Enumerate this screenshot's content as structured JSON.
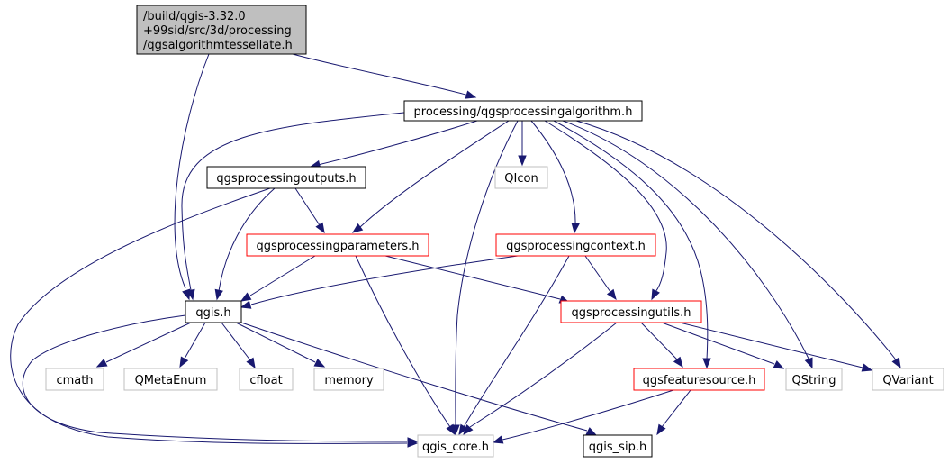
{
  "diagram": {
    "title": "Include dependency graph for qgsalgorithmtessellate.h",
    "colors": {
      "edge": "#191970",
      "root_fill": "#bfbfbf",
      "root_stroke": "#000000",
      "documented_stroke": "#000000",
      "truncated_stroke": "#ff0000",
      "external_stroke": "#bfbfbf"
    },
    "nodes": [
      {
        "id": "root",
        "kind": "root",
        "lines": [
          "/build/qgis-3.32.0",
          "+99sid/src/3d/processing",
          "/qgsalgorithmtessellate.h"
        ]
      },
      {
        "id": "alg",
        "kind": "documented",
        "lines": [
          "processing/qgsprocessingalgorithm.h"
        ]
      },
      {
        "id": "outputs",
        "kind": "documented",
        "lines": [
          "qgsprocessingoutputs.h"
        ]
      },
      {
        "id": "qicon",
        "kind": "external",
        "lines": [
          "QIcon"
        ]
      },
      {
        "id": "params",
        "kind": "truncated",
        "lines": [
          "qgsprocessingparameters.h"
        ]
      },
      {
        "id": "context",
        "kind": "truncated",
        "lines": [
          "qgsprocessingcontext.h"
        ]
      },
      {
        "id": "qgis",
        "kind": "documented",
        "lines": [
          "qgis.h"
        ]
      },
      {
        "id": "utils",
        "kind": "truncated",
        "lines": [
          "qgsprocessingutils.h"
        ]
      },
      {
        "id": "cmath",
        "kind": "external",
        "lines": [
          "cmath"
        ]
      },
      {
        "id": "qmetaenum",
        "kind": "external",
        "lines": [
          "QMetaEnum"
        ]
      },
      {
        "id": "cfloat",
        "kind": "external",
        "lines": [
          "cfloat"
        ]
      },
      {
        "id": "memory",
        "kind": "external",
        "lines": [
          "memory"
        ]
      },
      {
        "id": "featuresource",
        "kind": "truncated",
        "lines": [
          "qgsfeaturesource.h"
        ]
      },
      {
        "id": "qstring",
        "kind": "external",
        "lines": [
          "QString"
        ]
      },
      {
        "id": "qvariant",
        "kind": "external",
        "lines": [
          "QVariant"
        ]
      },
      {
        "id": "qgis_core",
        "kind": "external",
        "lines": [
          "qgis_core.h"
        ]
      },
      {
        "id": "qgis_sip",
        "kind": "documented",
        "lines": [
          "qgis_sip.h"
        ]
      }
    ],
    "edges": [
      {
        "from": "root",
        "to": "alg"
      },
      {
        "from": "root",
        "to": "qgis"
      },
      {
        "from": "alg",
        "to": "qgis"
      },
      {
        "from": "alg",
        "to": "outputs"
      },
      {
        "from": "alg",
        "to": "params"
      },
      {
        "from": "alg",
        "to": "qgis_core"
      },
      {
        "from": "alg",
        "to": "qicon"
      },
      {
        "from": "alg",
        "to": "context"
      },
      {
        "from": "alg",
        "to": "utils"
      },
      {
        "from": "alg",
        "to": "featuresource"
      },
      {
        "from": "alg",
        "to": "qstring"
      },
      {
        "from": "alg",
        "to": "qvariant"
      },
      {
        "from": "outputs",
        "to": "qgis_core"
      },
      {
        "from": "outputs",
        "to": "qgis"
      },
      {
        "from": "outputs",
        "to": "params"
      },
      {
        "from": "params",
        "to": "qgis"
      },
      {
        "from": "params",
        "to": "qgis_core"
      },
      {
        "from": "params",
        "to": "utils"
      },
      {
        "from": "context",
        "to": "qgis"
      },
      {
        "from": "context",
        "to": "qgis_core"
      },
      {
        "from": "context",
        "to": "utils"
      },
      {
        "from": "qgis",
        "to": "qgis_core"
      },
      {
        "from": "qgis",
        "to": "cmath"
      },
      {
        "from": "qgis",
        "to": "qmetaenum"
      },
      {
        "from": "qgis",
        "to": "cfloat"
      },
      {
        "from": "qgis",
        "to": "memory"
      },
      {
        "from": "qgis",
        "to": "qgis_sip"
      },
      {
        "from": "utils",
        "to": "qgis_core"
      },
      {
        "from": "utils",
        "to": "featuresource"
      },
      {
        "from": "utils",
        "to": "qstring"
      },
      {
        "from": "utils",
        "to": "qvariant"
      },
      {
        "from": "featuresource",
        "to": "qgis_core"
      },
      {
        "from": "featuresource",
        "to": "qgis_sip"
      }
    ]
  }
}
